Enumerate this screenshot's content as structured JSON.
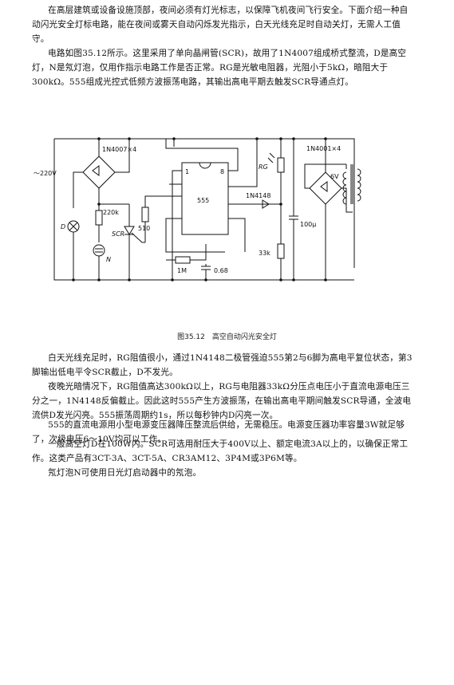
{
  "paragraphs": [
    "在高层建筑或设备设施顶部，夜间必须有灯光标志，以保障飞机夜间飞行安全。下面介绍一种自动闪光安全灯标电路，能在夜间或雾天自动闪烁发光指示，白天光线充足时自动关灯，无需人工值守。",
    "电路如图35.12所示。这里采用了单向晶闸管(SCR)，故用了1N4007组成桥式整流，D是高空灯，N是氖灯泡，仅用作指示电路工作是否正常。RG是光敏电阻器，光阻小于5kΩ，暗阻大于300kΩ。555组成光控式低频方波振荡电路，其输出高电平期去触发SCR导通点灯。",
    "白天光线充足时，RG阻值很小，通过1N4148二极管强迫555第2与6脚为高电平复位状态，第3脚输出低电平令SCR截止，D不发光。",
    "夜晚光暗情况下，RG阻值高达300kΩ以上，RG与电阻器33kΩ分压点电压小于直流电源电压三分之一，1N4148反偏截止。因此这时555产生方波振荡，在输出高电平期间触发SCR导通，全波电流供D发光闪亮。555振荡周期约1s，所以每秒钟内D闪亮一次。",
    "555的直流电源用小型电源变压器降压整流后供给，无需稳压。电源变压器功率容量3W就足够了，次级电压6～10V均可以工作。",
    "一般高空灯D在100W内。SCR可选用耐压大于400V以上、额定电流3A以上的，以确保正常工作。这类产品有3CT-3A、3CT-5A、CR3AM12、3P4M或3P6M等。",
    "氖灯泡N可使用日光灯启动器中的氖泡。"
  ],
  "figure": {
    "caption": "图35.12　高空自动闪光安全灯",
    "labels": {
      "bridge1": "1N4007×4",
      "ac": "～220V",
      "r220k": "220k",
      "d": "D",
      "scr": "SCR",
      "n": "N",
      "r510": "510",
      "pin1": "1",
      "pin8": "8",
      "ic": "555",
      "r1m": "1M",
      "c068": "0.68",
      "rg": "RG",
      "diode": "1N4148",
      "r33k": "33k",
      "c100u": "100μ",
      "bridge2": "1N4001×4",
      "v6": "6V"
    }
  }
}
